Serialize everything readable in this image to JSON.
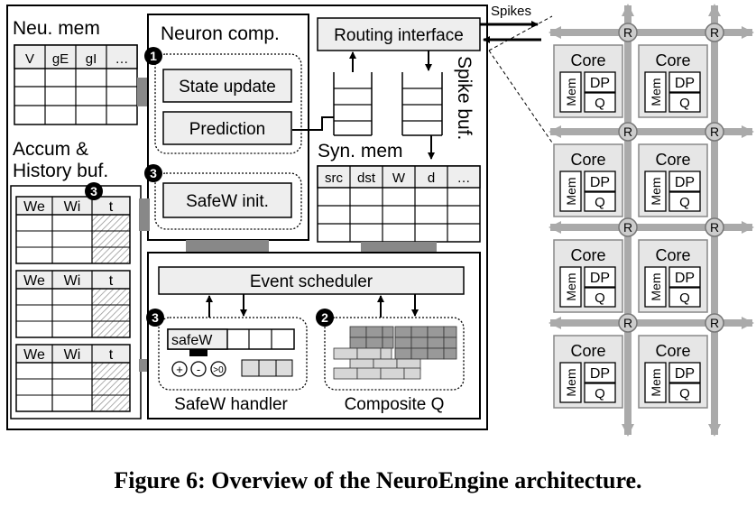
{
  "caption": "Figure 6: Overview of the NeuroEngine architecture.",
  "labels": {
    "neu_mem": "Neu. mem",
    "neuron_comp": "Neuron comp.",
    "state_update": "State update",
    "prediction": "Prediction",
    "safew_init": "SafeW init.",
    "routing_interface": "Routing interface",
    "spikes": "Spikes",
    "spike_buf": "Spike buf.",
    "syn_mem": "Syn. mem",
    "accum_line1": "Accum &",
    "accum_line2": "History buf.",
    "event_scheduler": "Event scheduler",
    "safew_handler": "SafeW handler",
    "composite_q": "Composite Q",
    "safew_cell": "safeW",
    "router": "R",
    "core": "Core",
    "mem": "Mem",
    "dp": "DP",
    "q": "Q"
  },
  "neu_mem_headers": [
    "V",
    "gE",
    "gI",
    "…"
  ],
  "syn_mem_headers": [
    "src",
    "dst",
    "W",
    "d",
    "…"
  ],
  "history_headers": [
    "We",
    "Wi",
    "t"
  ],
  "ops": [
    "+",
    "-",
    ">0"
  ],
  "badges": [
    "1",
    "2",
    "3"
  ],
  "colors": {
    "mesh": "#aaaaaa",
    "box_fill": "#eeeeee",
    "connector": "#888888",
    "hatch": "#999999"
  }
}
